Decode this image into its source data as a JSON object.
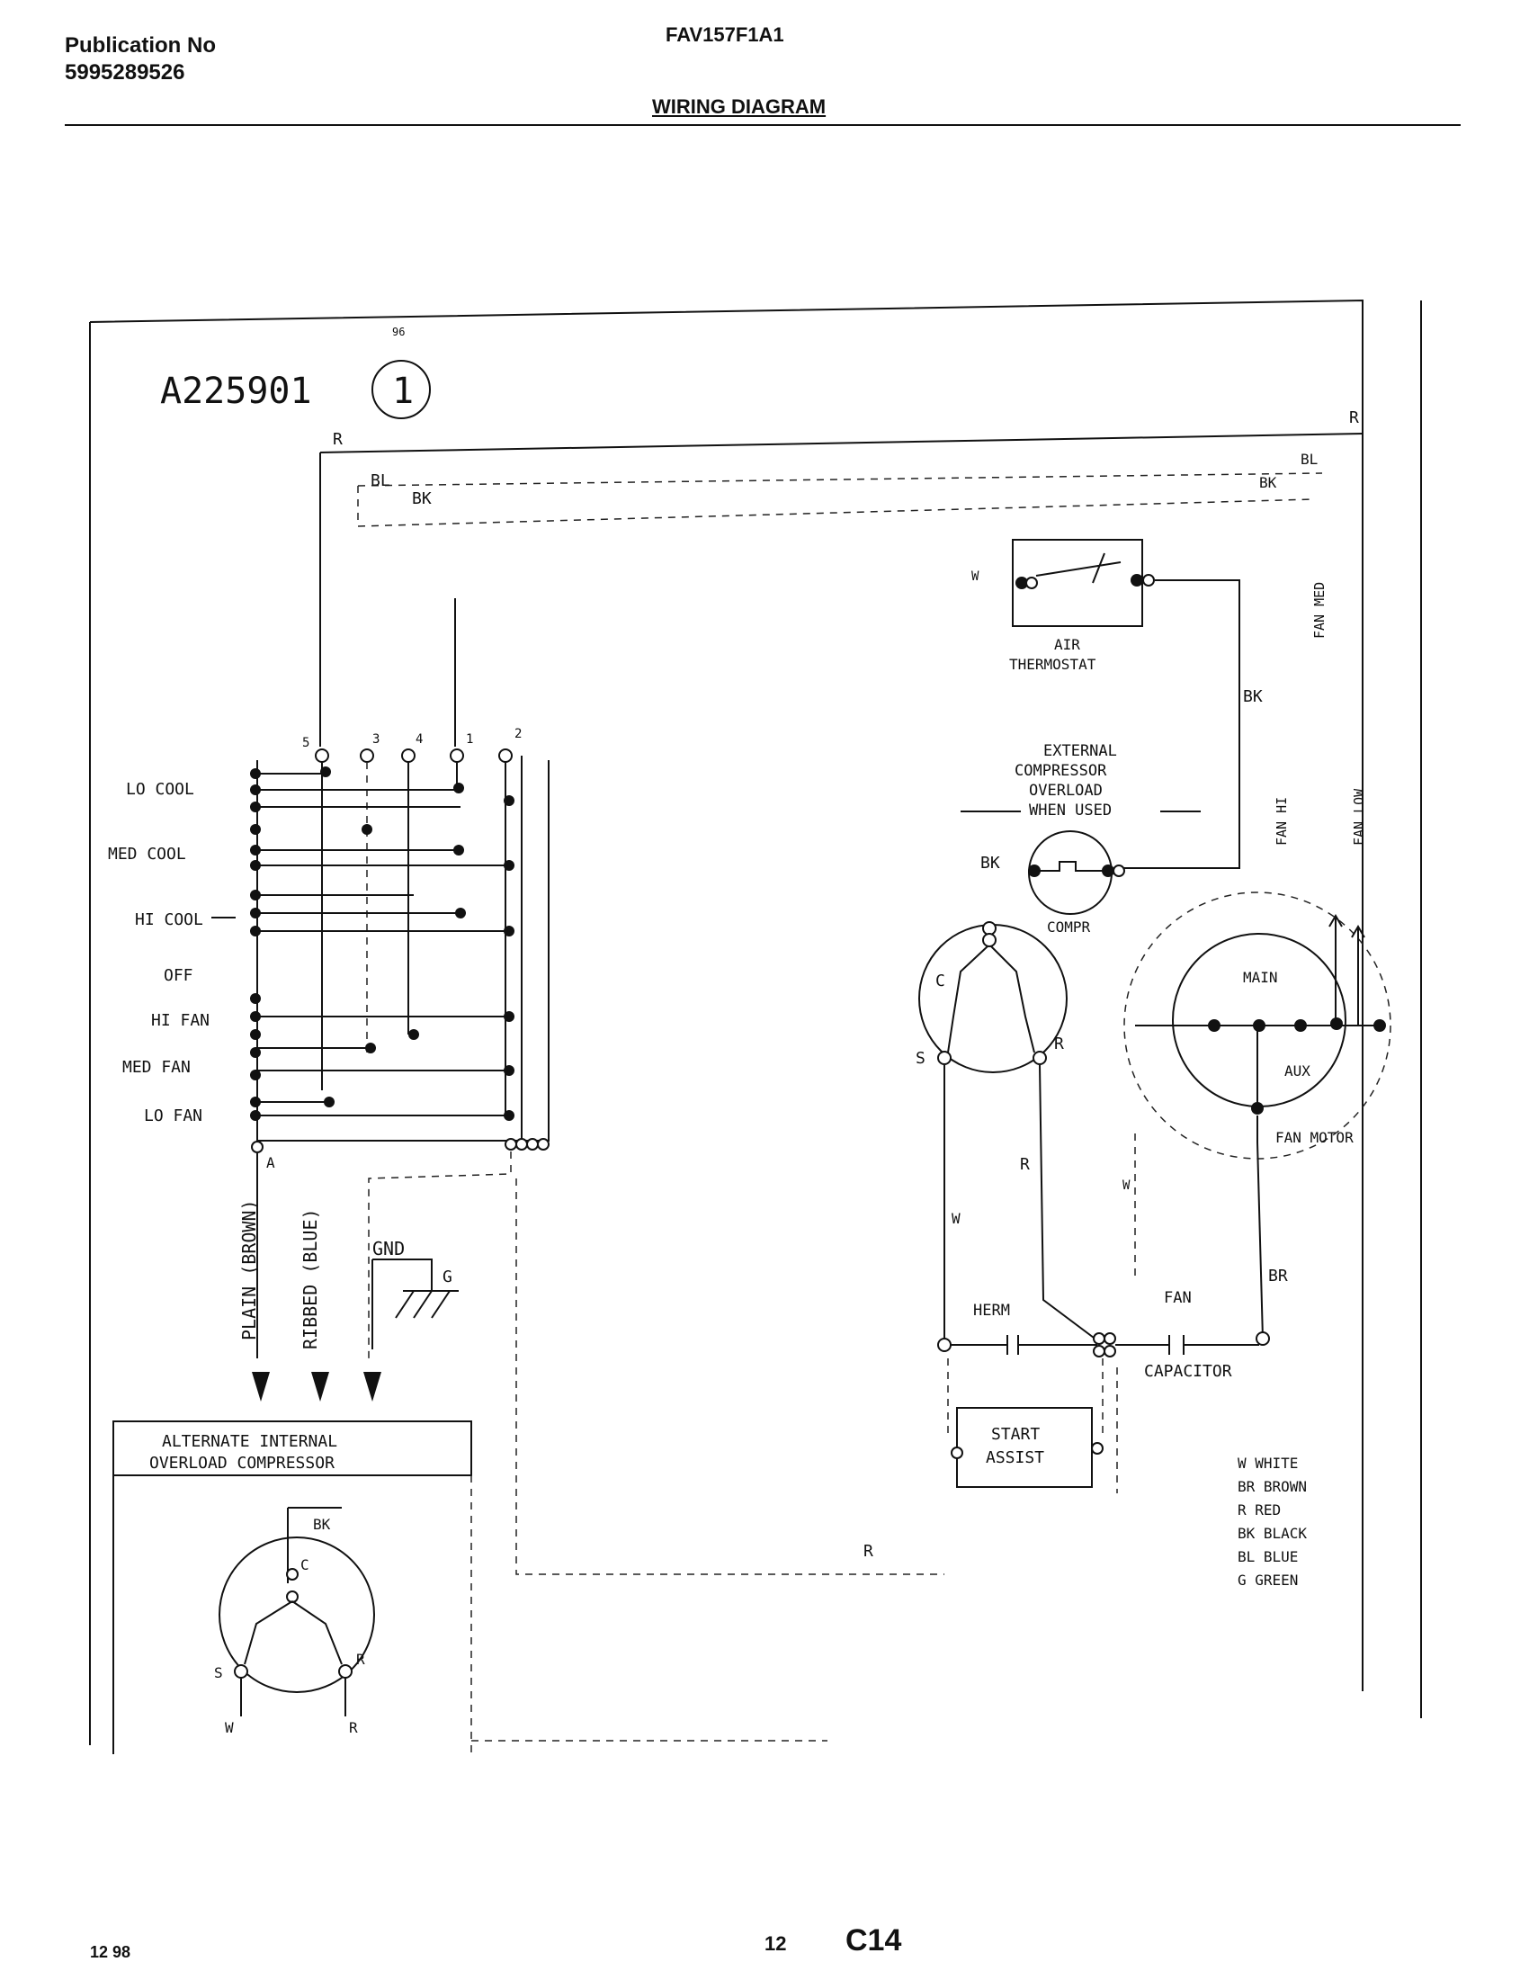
{
  "header": {
    "publication_label": "Publication No",
    "publication_number": "5995289526",
    "model": "FAV157F1A1",
    "section_title": "WIRING DIAGRAM"
  },
  "footer": {
    "left_text": "12 98",
    "page_number": "12",
    "code": "C14"
  },
  "diagram": {
    "drawing_number": "A225901",
    "sheet_number": "1",
    "sheet_small": "96",
    "wire_codes": {
      "red": "R",
      "blue": "BL",
      "black": "BK",
      "white": "W",
      "brown": "BR"
    },
    "switch": {
      "terminals": [
        "5",
        "3",
        "4",
        "1",
        "2"
      ],
      "terminal_a": "A",
      "positions": [
        "LO COOL",
        "MED COOL",
        "HI COOL",
        "OFF",
        "HI FAN",
        "MED FAN",
        "LO FAN"
      ]
    },
    "cords": [
      "PLAIN (BROWN)",
      "RIBBED (BLUE)"
    ],
    "ground": {
      "label": "GND",
      "letter": "G"
    },
    "thermostat": {
      "label_line1": "AIR",
      "label_line2": "THERMOSTAT"
    },
    "overload": {
      "line1": "EXTERNAL",
      "line2": "COMPRESSOR",
      "line3": "OVERLOAD",
      "line4": "WHEN USED",
      "component": "COMPR"
    },
    "compressor": {
      "c": "C",
      "s": "S",
      "r": "R"
    },
    "fan_motor": {
      "main": "MAIN",
      "aux": "AUX",
      "label": "FAN MOTOR",
      "speed_hi": "FAN HI",
      "speed_lo": "FAN LOW",
      "speed_med": "FAN MED"
    },
    "capacitor": {
      "label": "CAPACITOR",
      "herm": "HERM",
      "fan": "FAN"
    },
    "start_assist": {
      "line1": "START",
      "line2": "ASSIST"
    },
    "alternate": {
      "line1": "ALTERNATE INTERNAL",
      "line2": "OVERLOAD COMPRESSOR"
    },
    "legend": [
      "W WHITE",
      "BR BROWN",
      "R RED",
      "BK BLACK",
      "BL BLUE",
      "G GREEN"
    ]
  }
}
